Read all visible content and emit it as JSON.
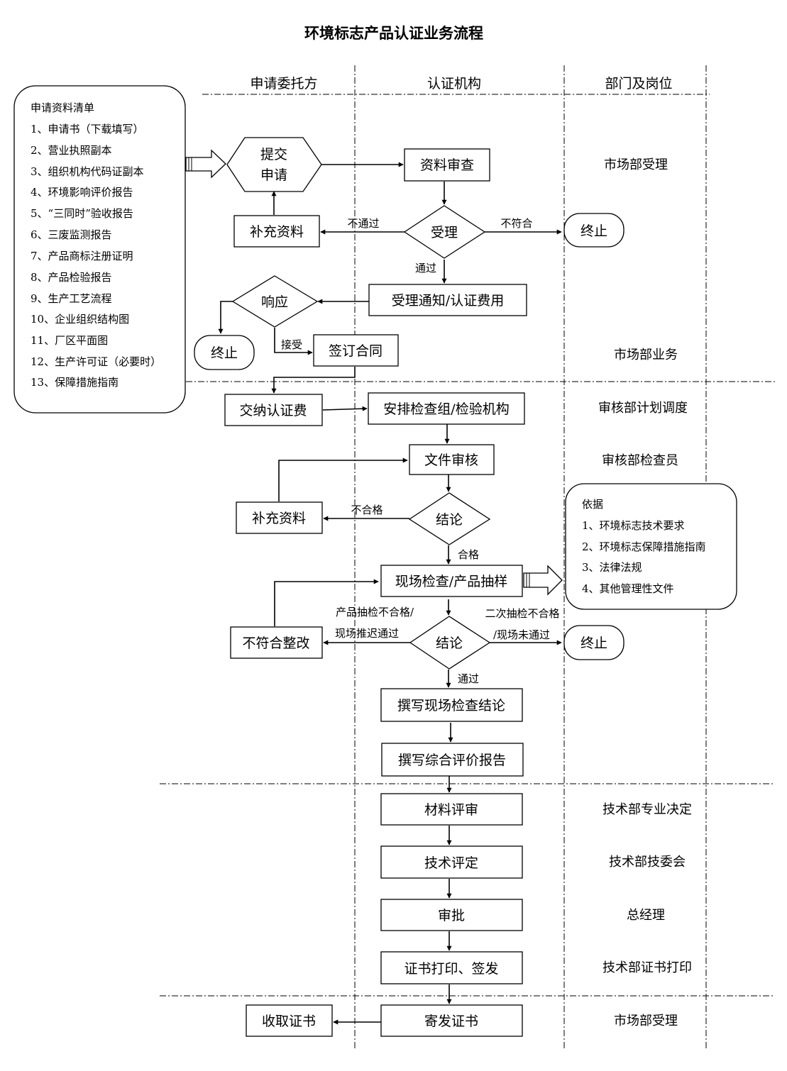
{
  "title": "环境标志产品认证业务流程",
  "lanes": [
    "申请委托方",
    "认证机构",
    "部门及岗位"
  ],
  "materials": {
    "heading": "申请资料清单",
    "items": [
      "1、申请书（下载填写）",
      "2、营业执照副本",
      "3、组织机构代码证副本",
      "4、环境影响评价报告",
      "5、“三同时”验收报告",
      "6、三废监测报告",
      "7、产品商标注册证明",
      "8、产品检验报告",
      "9、生产工艺流程",
      "10、企业组织结构图",
      "11、厂区平面图",
      "12、生产许可证（必要时）",
      "13、保障措施指南"
    ]
  },
  "basis": {
    "heading": "依据",
    "items": [
      "1、环境标志技术要求",
      "2、环境标志保障措施指南",
      "3、法律法规",
      "4、其他管理性文件"
    ]
  },
  "nodes": {
    "submit_line1": "提交",
    "submit_line2": "申请",
    "doc_review": "资料审查",
    "accept": "受理",
    "supplement1": "补充资料",
    "end1": "终止",
    "notice_fee": "受理通知/认证费用",
    "respond": "响应",
    "end2": "终止",
    "sign_contract": "签订合同",
    "pay_fee": "交纳认证费",
    "arrange": "安排检查组/检验机构",
    "file_review": "文件审核",
    "conclusion1": "结论",
    "supplement2": "补充资料",
    "site_check": "现场检查/产品抽样",
    "conclusion2": "结论",
    "rectify": "不符合整改",
    "end3": "终止",
    "write_conclusion": "撰写现场检查结论",
    "write_report": "撰写综合评价报告",
    "material_review": "材料评审",
    "tech_assess": "技术评定",
    "approve": "审批",
    "cert_print": "证书打印、签发",
    "send_cert": "寄发证书",
    "receive_cert": "收取证书"
  },
  "edge_labels": {
    "not_pass": "不通过",
    "not_conform": "不符合",
    "pass1": "通过",
    "accept_yes": "接受",
    "unqualified": "不合格",
    "qualified": "合格",
    "sample_fail_1": "产品抽检不合格/",
    "sample_fail_2": "现场推迟通过",
    "second_fail_1": "二次抽检不合格",
    "second_fail_2": "/现场未通过",
    "pass2": "通过"
  },
  "departments": {
    "market_accept": "市场部受理",
    "market_business": "市场部业务",
    "audit_plan": "审核部计划调度",
    "audit_inspector": "审核部检查员",
    "tech_decision": "技术部专业决定",
    "tech_committee": "技术部技委会",
    "gm": "总经理",
    "tech_print": "技术部证书打印",
    "market_accept2": "市场部受理"
  }
}
